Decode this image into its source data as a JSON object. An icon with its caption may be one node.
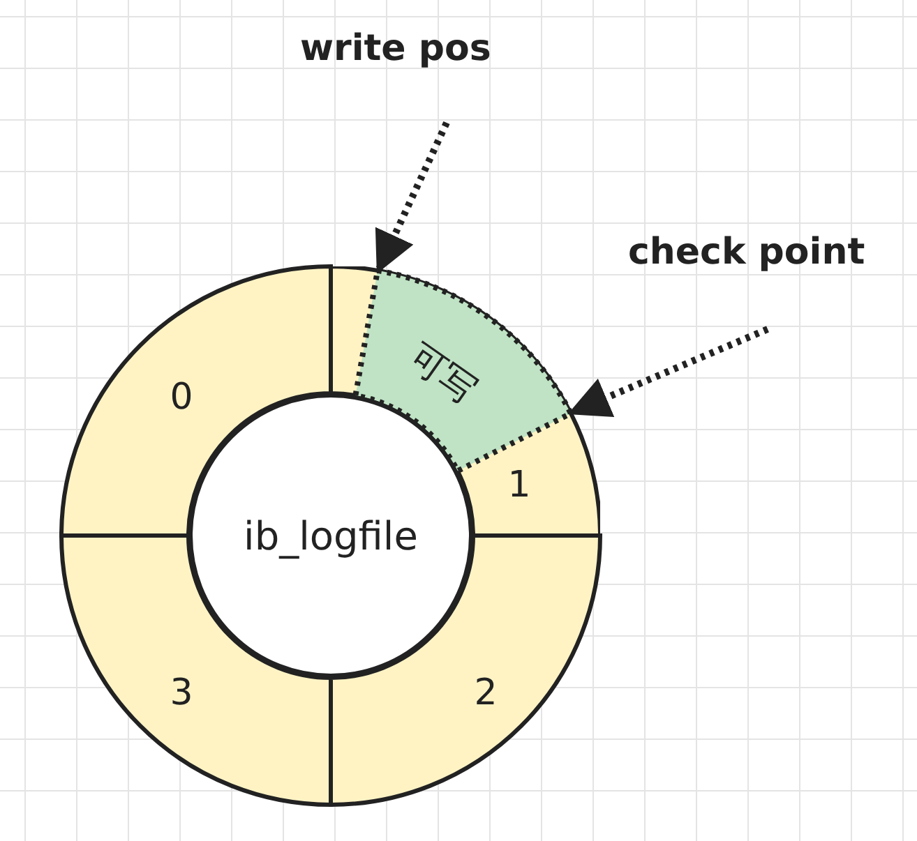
{
  "diagram": {
    "nodes": [
      {
        "text": [
          "write pos"
        ]
      },
      {
        "text": [
          "check point"
        ]
      },
      {
        "text": [
          "0"
        ]
      },
      {
        "text": [
          "1"
        ]
      },
      {
        "text": [
          "可写"
        ],
        "in": 3
      },
      {
        "text": [
          "ib_logfile"
        ]
      },
      {
        "text": [
          "3"
        ]
      },
      {
        "text": [
          "2"
        ]
      }
    ],
    "edges": [
      {
        "from": 0,
        "to": 4,
        "arrow": "to",
        "style": "dashed"
      },
      {
        "from": 1,
        "to": 4,
        "arrow": "to",
        "style": "dashed"
      }
    ]
  }
}
